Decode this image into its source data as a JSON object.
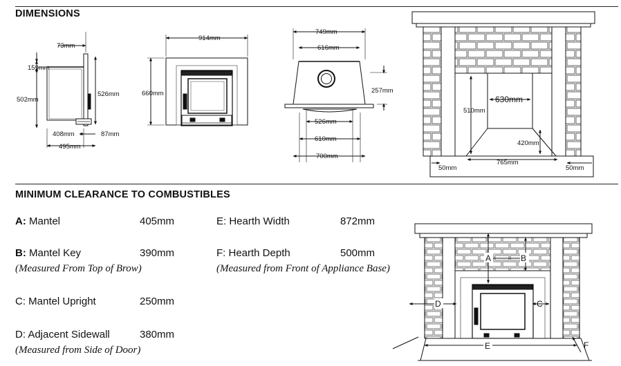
{
  "headings": {
    "dimensions": "DIMENSIONS",
    "clearance": "MINIMUM CLEARANCE TO COMBUSTIBLES"
  },
  "side_view": {
    "d73": "73mm",
    "d159": "159mm",
    "d502": "502mm",
    "d526": "526mm",
    "d408": "408mm",
    "d87": "87mm",
    "d495": "495mm"
  },
  "front_view": {
    "d914": "914mm",
    "d660": "660mm"
  },
  "top_view": {
    "d749": "749mm",
    "d616": "616mm",
    "d257": "257mm",
    "d526": "526mm",
    "d610": "610mm",
    "d700": "700mm"
  },
  "fireplace_view": {
    "d630": "630mm",
    "d510": "510mm",
    "d420": "420mm",
    "d765": "765mm",
    "d50_left": "50mm",
    "d50_right": "50mm"
  },
  "clearances": {
    "a_key": "A:",
    "a_name": " Mantel",
    "a_value": "405mm",
    "b_key": "B:",
    "b_name": " Mantel Key",
    "b_value": "390mm",
    "b_note": "(Measured From Top of Brow)",
    "c_key": "C:",
    "c_name": " Mantel Upright",
    "c_value": "250mm",
    "d_key": "D:",
    "d_name": " Adjacent Sidewall",
    "d_value": "380mm",
    "d_note": "(Measured from Side of Door)",
    "e_name": "E: Hearth Width",
    "e_value": "872mm",
    "f_name": "F: Hearth Depth",
    "f_value": "500mm",
    "f_note": "(Measured from Front of Appliance Base)"
  },
  "clearance_diagram": {
    "a": "A",
    "b": "B",
    "c": "C",
    "d": "D",
    "e": "E",
    "f": "F"
  }
}
